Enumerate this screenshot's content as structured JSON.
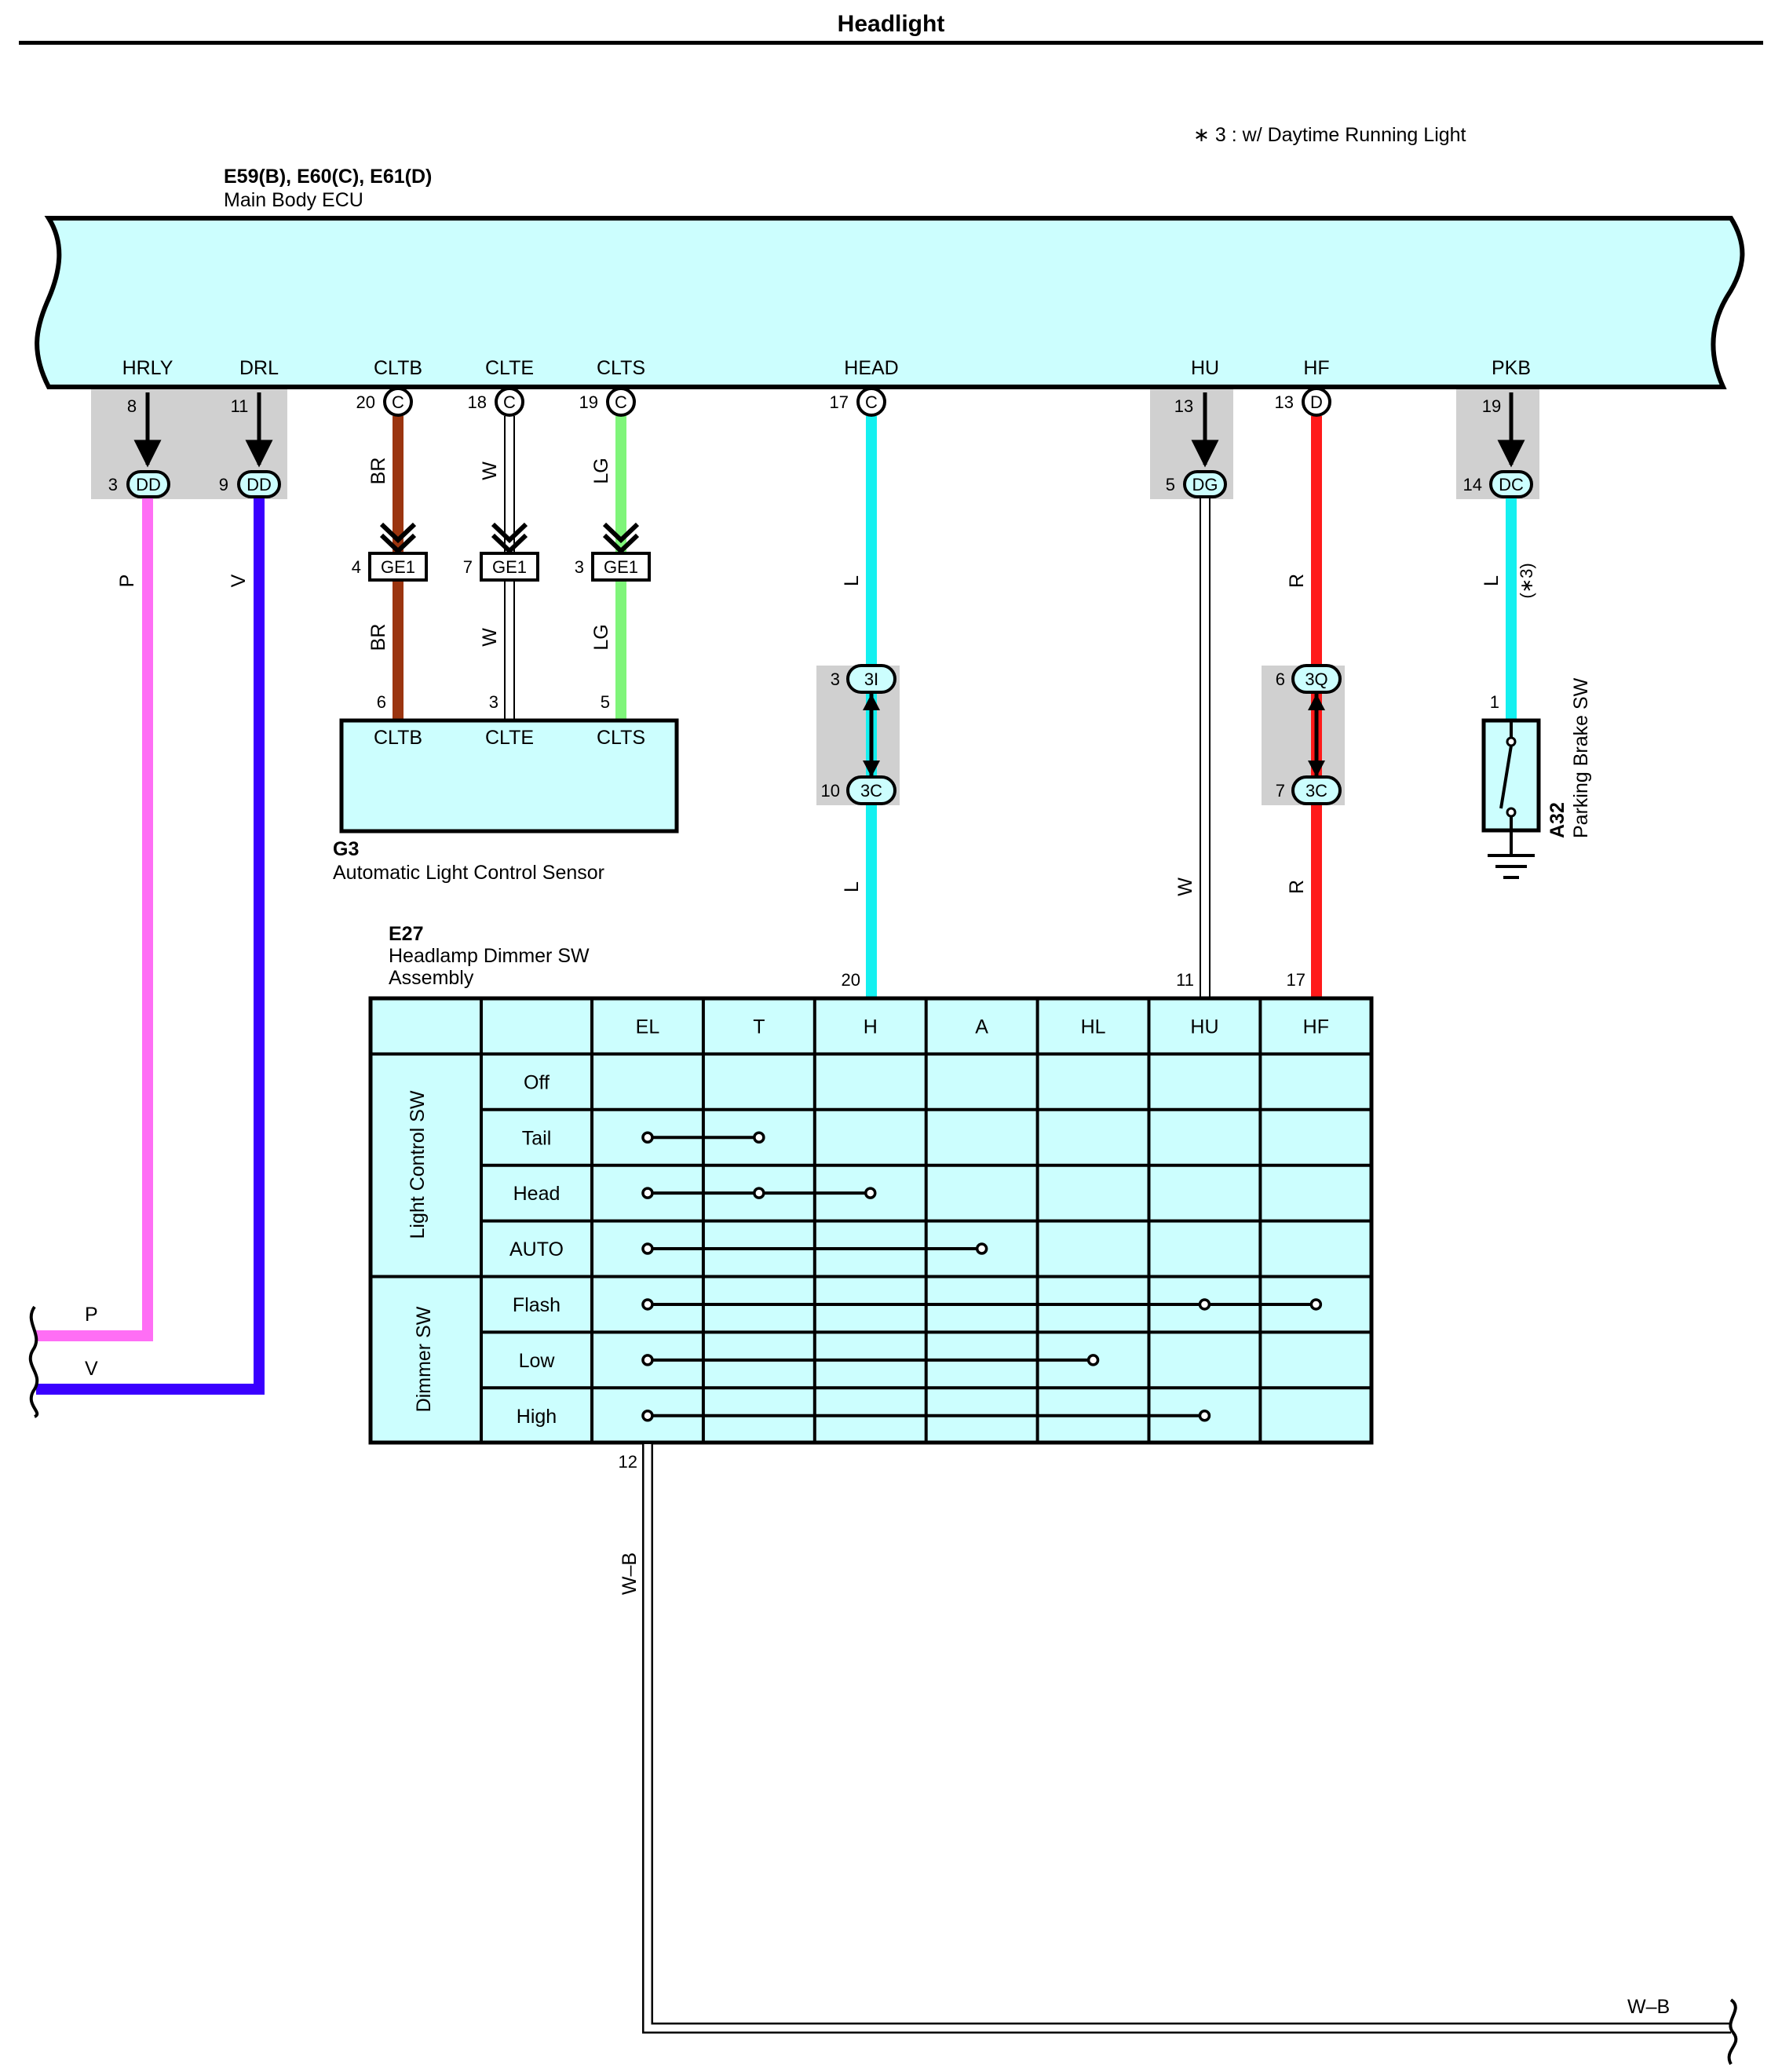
{
  "title": "Headlight",
  "note": "∗ 3 : w/ Daytime Running Light",
  "ecu": {
    "connectors": "E59(B), E60(C), E61(D)",
    "name": "Main Body ECU",
    "terminals": [
      "HRLY",
      "DRL",
      "CLTB",
      "CLTE",
      "CLTS",
      "HEAD",
      "HU",
      "HF",
      "PKB"
    ]
  },
  "wires": {
    "hrly": {
      "pin_top": "8",
      "jn_pin": "3",
      "jn": "DD",
      "color_code": "P",
      "color": "#ff6ef5"
    },
    "drl": {
      "pin_top": "11",
      "jn_pin": "9",
      "jn": "DD",
      "color_code": "V",
      "color": "#3a00ff"
    },
    "cltb": {
      "pin_top": "20",
      "conn": "C",
      "color_code": "BR",
      "ge_pin": "4",
      "ge": "GE1",
      "sensor_pin": "6",
      "color": "#9b3510"
    },
    "clte": {
      "pin_top": "18",
      "conn": "C",
      "color_code": "W",
      "ge_pin": "7",
      "ge": "GE1",
      "sensor_pin": "3",
      "color": "#ffffff"
    },
    "clts": {
      "pin_top": "19",
      "conn": "C",
      "color_code": "LG",
      "ge_pin": "3",
      "ge": "GE1",
      "sensor_pin": "5",
      "color": "#7ff57a"
    },
    "head": {
      "pin_top": "17",
      "conn": "C",
      "color_code": "L",
      "j1_pin": "3",
      "j1": "3I",
      "j2_pin": "10",
      "j2": "3C",
      "sw_pin": "20",
      "color": "#14f0f0"
    },
    "hu": {
      "pin_top": "13",
      "jn_pin": "5",
      "jn": "DG",
      "color_code": "W",
      "sw_pin": "11",
      "color": "#ffffff"
    },
    "hf": {
      "pin_top": "13",
      "conn": "D",
      "color_code": "R",
      "j1_pin": "6",
      "j1": "3Q",
      "j2_pin": "7",
      "j2": "3C",
      "sw_pin": "17",
      "color": "#ff1a1a"
    },
    "pkb": {
      "pin_top": "19",
      "jn_pin": "14",
      "jn": "DC",
      "color_code": "L",
      "star_note": "(∗3)",
      "sw_pin": "1",
      "color": "#14f0f0"
    },
    "ground": {
      "pin": "12",
      "color_code": "W–B",
      "color": "#ffffff"
    }
  },
  "sensor": {
    "code": "G3",
    "name": "Automatic Light Control Sensor",
    "terminals": [
      "CLTB",
      "CLTE",
      "CLTS"
    ]
  },
  "parking_sw": {
    "code": "A32",
    "name": "Parking Brake SW"
  },
  "dimmer": {
    "code": "E27",
    "name_line1": "Headlamp Dimmer SW",
    "name_line2": "Assembly",
    "columns": [
      "EL",
      "T",
      "H",
      "A",
      "HL",
      "HU",
      "HF"
    ],
    "group_light": "Light Control SW",
    "group_dimmer": "Dimmer SW",
    "rows": [
      {
        "label": "Off",
        "connect": []
      },
      {
        "label": "Tail",
        "connect": [
          0,
          1
        ]
      },
      {
        "label": "Head",
        "connect": [
          0,
          1,
          2
        ]
      },
      {
        "label": "AUTO",
        "connect": [
          0,
          3
        ]
      },
      {
        "label": "Flash",
        "connect": [
          0,
          5,
          6
        ]
      },
      {
        "label": "Low",
        "connect": [
          0,
          4
        ]
      },
      {
        "label": "High",
        "connect": [
          0,
          5
        ]
      }
    ]
  },
  "colors": {
    "cyan_fill": "#ccfefe",
    "gray_box": "#d0d0d0"
  }
}
